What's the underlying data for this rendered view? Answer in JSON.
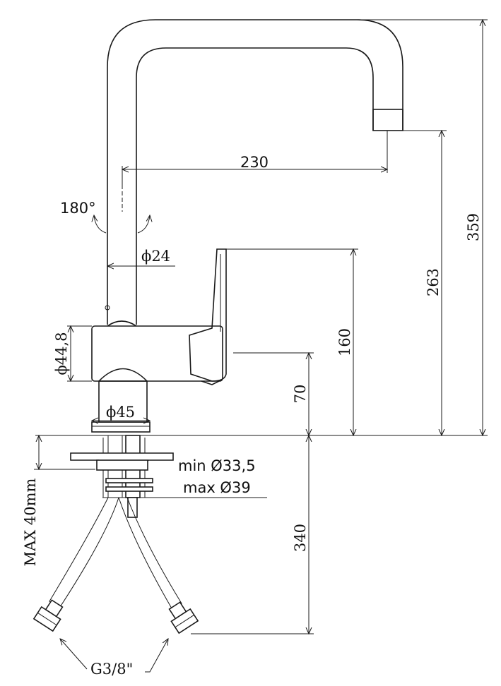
{
  "title": "Kitchen mixer tap technical drawing",
  "dimensions": {
    "spout_reach": "230",
    "rotation": "180°",
    "spout_diameter": "ϕ24",
    "body_diameter": "ϕ44,8",
    "base_diameter": "ϕ45",
    "handle_height": "160",
    "body_height": "70",
    "spout_outlet_height": "263",
    "total_height": "359",
    "hose_length": "340",
    "hole_min": "min Ø33,5",
    "hole_max": "max Ø39",
    "max_counter_thickness": "MAX 40mm",
    "connection_thread": "G3/8\""
  }
}
